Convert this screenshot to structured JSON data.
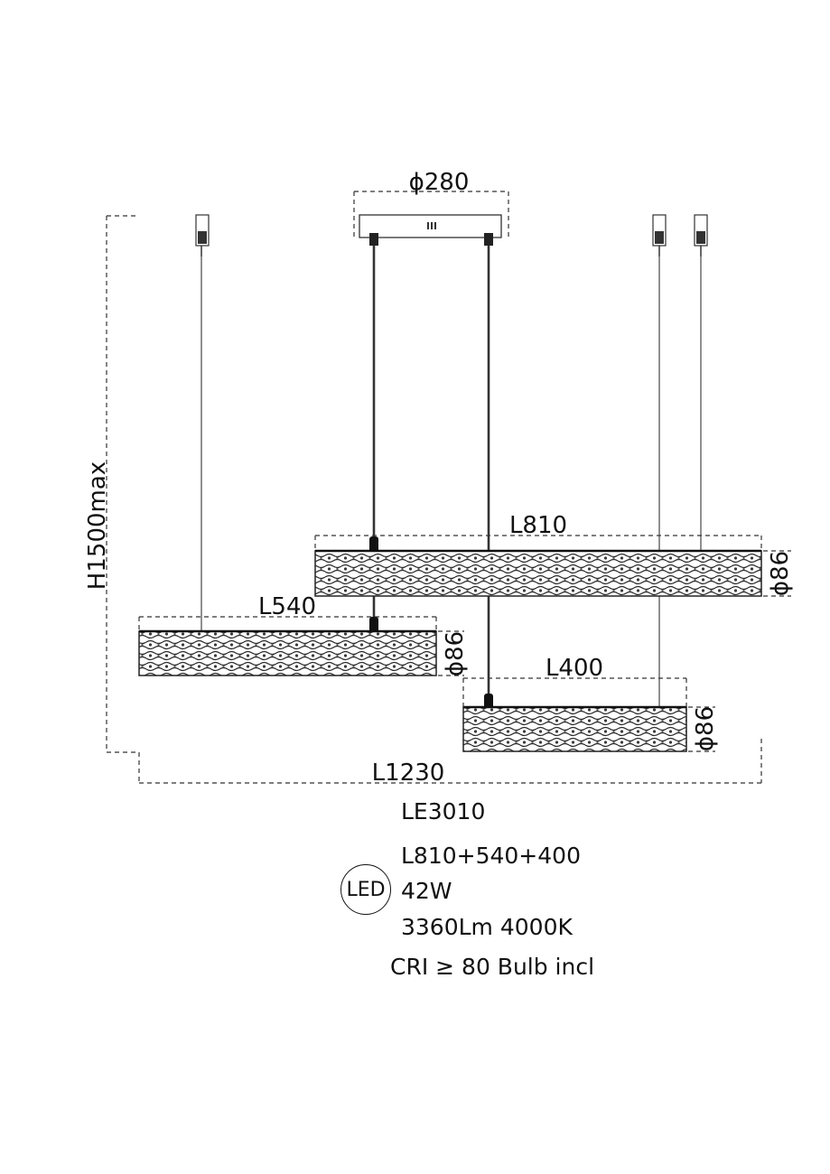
{
  "dimensions": {
    "canopy_diameter": "ϕ280",
    "height": "H1500max",
    "bar_top_length": "L810",
    "bar_left_length": "L540",
    "bar_right_length": "L400",
    "bar_top_diameter": "ϕ86",
    "bar_left_diameter": "ϕ86",
    "bar_right_diameter": "ϕ86",
    "total_length": "L1230"
  },
  "specs": {
    "model": "LE3010",
    "lengths": "L810+540+400",
    "badge": "LED",
    "power": "42W",
    "lumen_cct": "3360Lm 4000K",
    "cri": "CRI ≥ 80 Bulb incl"
  }
}
